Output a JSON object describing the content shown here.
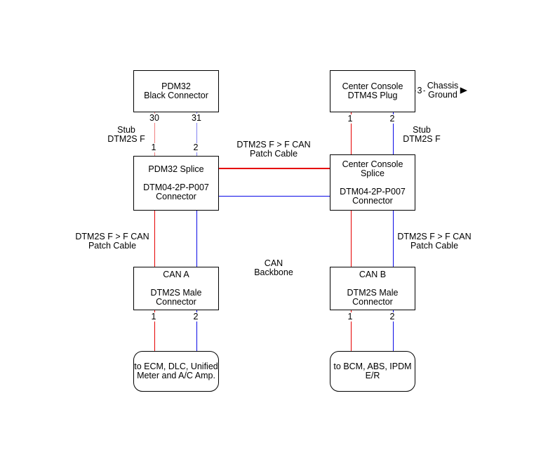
{
  "colors": {
    "wire_red": "#e60000",
    "wire_blue": "#0a0ae6",
    "stub_wire_red": "#f08080",
    "stub_wire_blue": "#8282f0",
    "outline": "#000000"
  },
  "boxes": {
    "pdm32_black": {
      "text": "PDM32\nBlack Connector"
    },
    "cc_plug": {
      "text": "Center Console\nDTM4S Plug"
    },
    "pdm32_splice": {
      "text": "PDM32 Splice\n\nDTM04-2P-P007\nConnector"
    },
    "cc_splice": {
      "text": "Center Console\nSplice\n\nDTM04-2P-P007\nConnector"
    },
    "can_a": {
      "text": "CAN A\n\nDTM2S Male\nConnector"
    },
    "can_b": {
      "text": "CAN B\n\nDTM2S Male\nConnector"
    },
    "to_ecm": {
      "text": "to ECM, DLC, Unified\nMeter and A/C Amp."
    },
    "to_bcm": {
      "text": "to BCM, ABS, IPDM\nE/R"
    }
  },
  "labels": {
    "stub_left": "Stub\nDTM2S F",
    "stub_right": "Stub\nDTM2S F",
    "patch_cable_top": "DTM2S F > F CAN\nPatch Cable",
    "patch_cable_left": "DTM2S F > F CAN\nPatch Cable",
    "patch_cable_right": "DTM2S F > F CAN\nPatch Cable",
    "can_backbone": "CAN\nBackbone",
    "chassis_ground": "Chassis\nGround"
  },
  "pins": {
    "pdm32_pin_30": "30",
    "pdm32_pin_31": "31",
    "pdm32_splice_pin_1": "1",
    "pdm32_splice_pin_2": "2",
    "cc_plug_pin_1": "1",
    "cc_plug_pin_2": "2",
    "cc_plug_pin_3": "3",
    "can_a_pin_1": "1",
    "can_a_pin_2": "2",
    "can_b_pin_1": "1",
    "can_b_pin_2": "2"
  }
}
